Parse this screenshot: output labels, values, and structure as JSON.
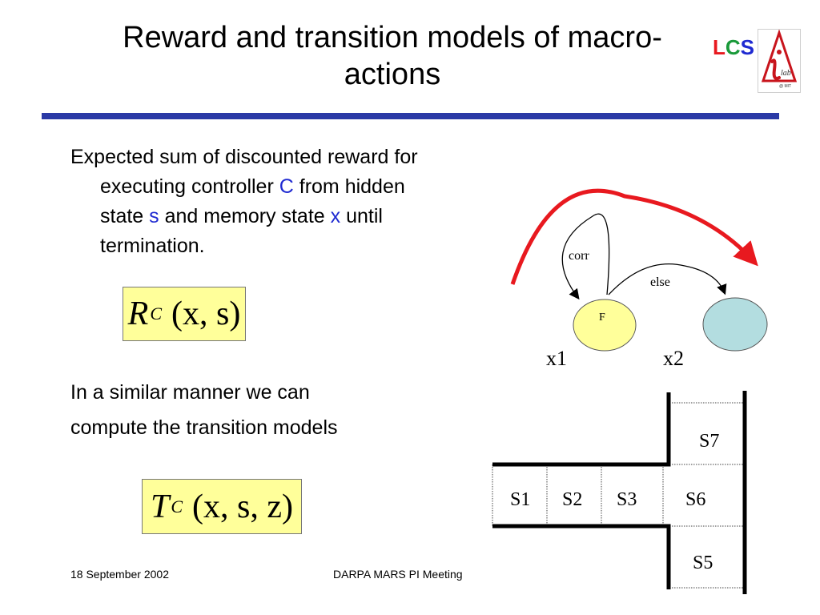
{
  "slide": {
    "title_line1": "Reward and transition models of macro-",
    "title_line2": "actions",
    "logo": {
      "l": "L",
      "c": "C",
      "s": "S",
      "lab_text": "lab",
      "mit_text": "@ MIT"
    },
    "colors": {
      "title_rule": "#2b3aa6",
      "highlight_var": "#1f2ad1",
      "formula_bg": "#ffff9a",
      "arrow_red": "#e8191f",
      "node_f": "#ffff9a",
      "node_x2": "#b3dde0"
    }
  },
  "paragraph1": {
    "line1": "Expected sum of discounted reward for",
    "line2_a": "executing controller ",
    "line2_var": "C",
    "line2_b": " from hidden",
    "line3_a": "state ",
    "line3_var": "s",
    "line3_b": " and memory state ",
    "line3_var2": "x",
    "line3_c": " until",
    "line4": "termination."
  },
  "formula_reward": {
    "symbol": "R",
    "superscript": "C",
    "args": "(x, s)"
  },
  "paragraph2": {
    "line1": "In a similar manner we can",
    "line2": "compute the transition models"
  },
  "formula_transition": {
    "symbol": "T",
    "superscript": "C",
    "args": "(x, s, z)"
  },
  "diagram": {
    "node_f_label": "F",
    "edge_corr": "corr",
    "edge_else": "else",
    "x1_label": "x1",
    "x2_label": "x2"
  },
  "grid": {
    "cells": {
      "s1": "S1",
      "s2": "S2",
      "s3": "S3",
      "s5": "S5",
      "s6": "S6",
      "s7": "S7"
    }
  },
  "footer": {
    "date": "18 September 2002",
    "meeting": "DARPA MARS PI Meeting"
  }
}
